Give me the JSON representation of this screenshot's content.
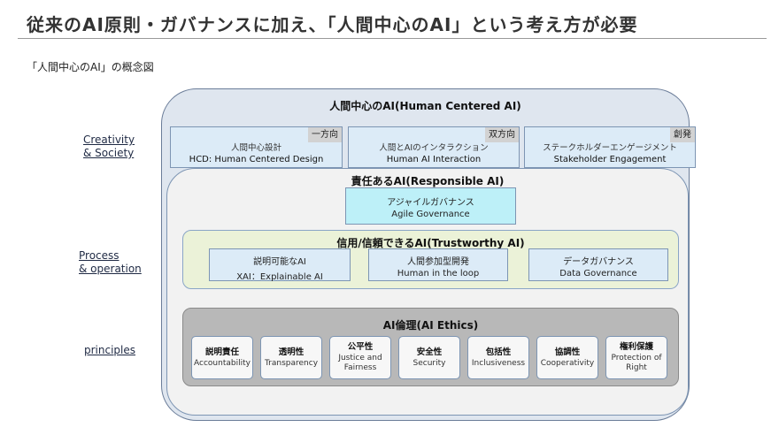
{
  "title": "従来のAI原則・ガバナンスに加え、「人間中心のAI」という考え方が必要",
  "subtitle": "「人間中心のAI」の概念図",
  "side_labels": {
    "creativity": [
      "Creativity",
      "& Society"
    ],
    "process": [
      "Process",
      "& operation"
    ],
    "principles": "principles"
  },
  "hcai": {
    "title": "人間中心のAI(Human Centered AI)",
    "boxes": [
      {
        "jp": "人間中心設計",
        "en": "HCD: Human Centered Design",
        "tag": "一方向"
      },
      {
        "jp": "人間とAIのインタラクション",
        "en": "Human AI Interaction",
        "tag": "双方向"
      },
      {
        "jp": "ステークホルダーエンゲージメント",
        "en": "Stakeholder Engagement",
        "tag": "創発"
      }
    ]
  },
  "responsible": {
    "title": "責任あるAI(Responsible AI)",
    "agile": {
      "jp": "アジャイルガバナンス",
      "en": "Agile Governance"
    }
  },
  "trustworthy": {
    "title": "信用/信頼できるAI(Trustworthy AI)",
    "boxes": [
      {
        "jp": "説明可能なAI",
        "en": "XAI：Explainable AI"
      },
      {
        "jp": "人間参加型開発",
        "en": "Human in the loop"
      },
      {
        "jp": "データガバナンス",
        "en": "Data Governance"
      }
    ]
  },
  "ethics": {
    "title": "AI倫理(AI Ethics)",
    "items": [
      {
        "jp": "説明責任",
        "en": [
          "Accountability"
        ]
      },
      {
        "jp": "透明性",
        "en": [
          "Transparency"
        ]
      },
      {
        "jp": "公平性",
        "en": [
          "Justice and",
          "Fairness"
        ]
      },
      {
        "jp": "安全性",
        "en": [
          "Security"
        ]
      },
      {
        "jp": "包括性",
        "en": [
          "Inclusiveness"
        ]
      },
      {
        "jp": "協調性",
        "en": [
          "Cooperativity"
        ]
      },
      {
        "jp": "権利保護",
        "en": [
          "Protection of",
          "Right"
        ]
      }
    ]
  }
}
